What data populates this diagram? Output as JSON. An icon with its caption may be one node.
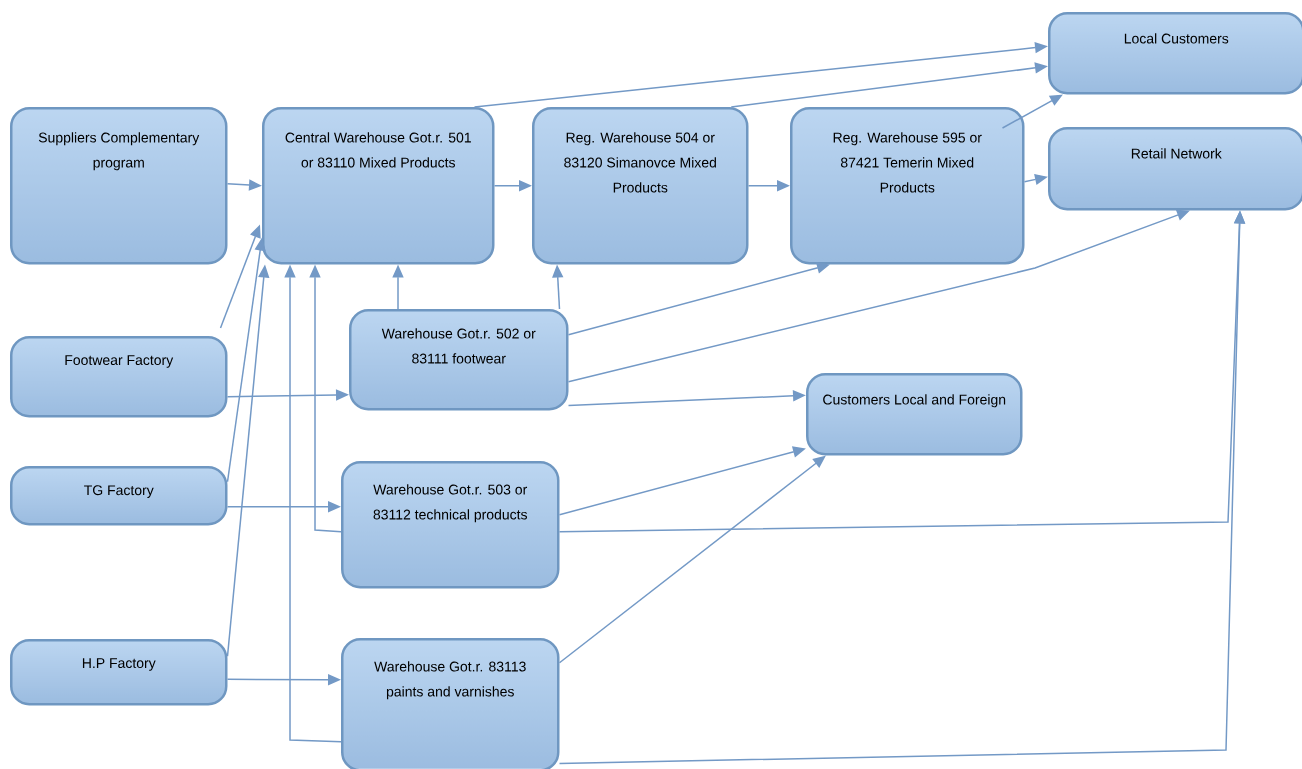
{
  "diagram": {
    "nodes": [
      {
        "text": [
          "Suppliers Complementary program"
        ]
      },
      {
        "text": [
          "Central Warehouse Got.r. 501 or 83110 Mixed Products"
        ]
      },
      {
        "text": [
          "Reg. Warehouse 504 or 83120 Simanovce Mixed Products"
        ]
      },
      {
        "text": [
          "Reg. Warehouse 595 or 87421 Temerin Mixed Products"
        ]
      },
      {
        "text": [
          "Local Customers"
        ]
      },
      {
        "text": [
          "Retail Network"
        ]
      },
      {
        "text": [
          "Footwear Factory"
        ]
      },
      {
        "text": [
          "Warehouse Got.r. 502 or 83111 footwear"
        ]
      },
      {
        "text": [
          "Customers Local and Foreign"
        ]
      },
      {
        "text": [
          "TG Factory"
        ]
      },
      {
        "text": [
          "Warehouse Got.r. 503 or 83112 technical products"
        ]
      },
      {
        "text": [
          "H.P Factory"
        ]
      },
      {
        "text": [
          "Warehouse Got.r. 83113 paints and varnishes"
        ]
      }
    ],
    "edges": [
      {
        "from": 0,
        "to": 1,
        "arrow": "to"
      },
      {
        "from": 1,
        "to": 2,
        "arrow": "to"
      },
      {
        "from": 2,
        "to": 3,
        "arrow": "to"
      },
      {
        "from": 3,
        "to": 5,
        "arrow": "to"
      },
      {
        "from": 1,
        "to": 4,
        "arrow": "to"
      },
      {
        "from": 2,
        "to": 4,
        "arrow": "to"
      },
      {
        "from": 3,
        "to": 4,
        "arrow": "to"
      },
      {
        "from": 6,
        "to": 1,
        "arrow": "to"
      },
      {
        "from": 9,
        "to": 1,
        "arrow": "to"
      },
      {
        "from": 11,
        "to": 1,
        "arrow": "to"
      },
      {
        "from": 6,
        "to": 7,
        "arrow": "to"
      },
      {
        "from": 9,
        "to": 10,
        "arrow": "to"
      },
      {
        "from": 11,
        "to": 12,
        "arrow": "to"
      },
      {
        "from": 10,
        "to": 1,
        "arrow": "to"
      },
      {
        "from": 12,
        "to": 1,
        "arrow": "to"
      },
      {
        "from": 7,
        "to": 1,
        "arrow": "to"
      },
      {
        "from": 7,
        "to": 2,
        "arrow": "to"
      },
      {
        "from": 7,
        "to": 3,
        "arrow": "to"
      },
      {
        "from": 7,
        "to": 5,
        "arrow": "to"
      },
      {
        "from": 7,
        "to": 8,
        "arrow": "to"
      },
      {
        "from": 10,
        "to": 8,
        "arrow": "to"
      },
      {
        "from": 10,
        "to": 5,
        "arrow": "to"
      },
      {
        "from": 12,
        "to": 8,
        "arrow": "to"
      },
      {
        "from": 12,
        "to": 5,
        "arrow": "to"
      }
    ]
  }
}
